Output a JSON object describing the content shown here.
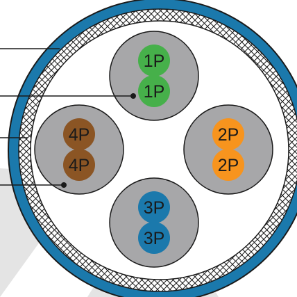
{
  "colors": {
    "jacket": "#1b79ac",
    "jacket_outline": "#1a1a1a",
    "braid_bg": "#ffffff",
    "braid_line": "#1a1a1a",
    "pair_shield": "#a7a7a9",
    "core_bg": "#ffffff",
    "background_wedge": "#e4e4e4",
    "leader": "#1a1a1a"
  },
  "pairs": [
    {
      "id": "pair-1",
      "color": "#46b04a",
      "labels": [
        "1P",
        "1P"
      ]
    },
    {
      "id": "pair-2",
      "color": "#f7941e",
      "labels": [
        "2P",
        "2P"
      ]
    },
    {
      "id": "pair-3",
      "color": "#1b79ac",
      "labels": [
        "3P",
        "3P"
      ]
    },
    {
      "id": "pair-4",
      "color": "#8b5524",
      "labels": [
        "4P",
        "4P"
      ]
    }
  ]
}
